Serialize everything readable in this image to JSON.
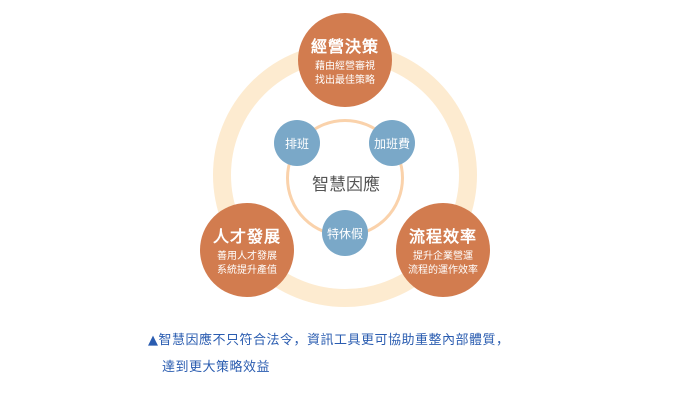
{
  "center_label": "智慧因應",
  "features": [
    {
      "title": "經營決策",
      "line1": "藉由經營審視",
      "line2": "找出最佳策略"
    },
    {
      "title": "人才發展",
      "line1": "善用人才發展",
      "line2": "系統提升產值"
    },
    {
      "title": "流程效率",
      "line1": "提升企業營運",
      "line2": "流程的運作效率"
    }
  ],
  "items": [
    "排班",
    "加班費",
    "特休假"
  ],
  "caption": {
    "marker": "▲",
    "line1": "智慧因應不只符合法令，資訊工具更可協助重整內部體質，",
    "line2": "達到更大策略效益"
  },
  "colors": {
    "orange": "#d27c4f",
    "blue": "#7aa8c8",
    "ring": "#fdebd0",
    "caption": "#2a5cb0"
  }
}
